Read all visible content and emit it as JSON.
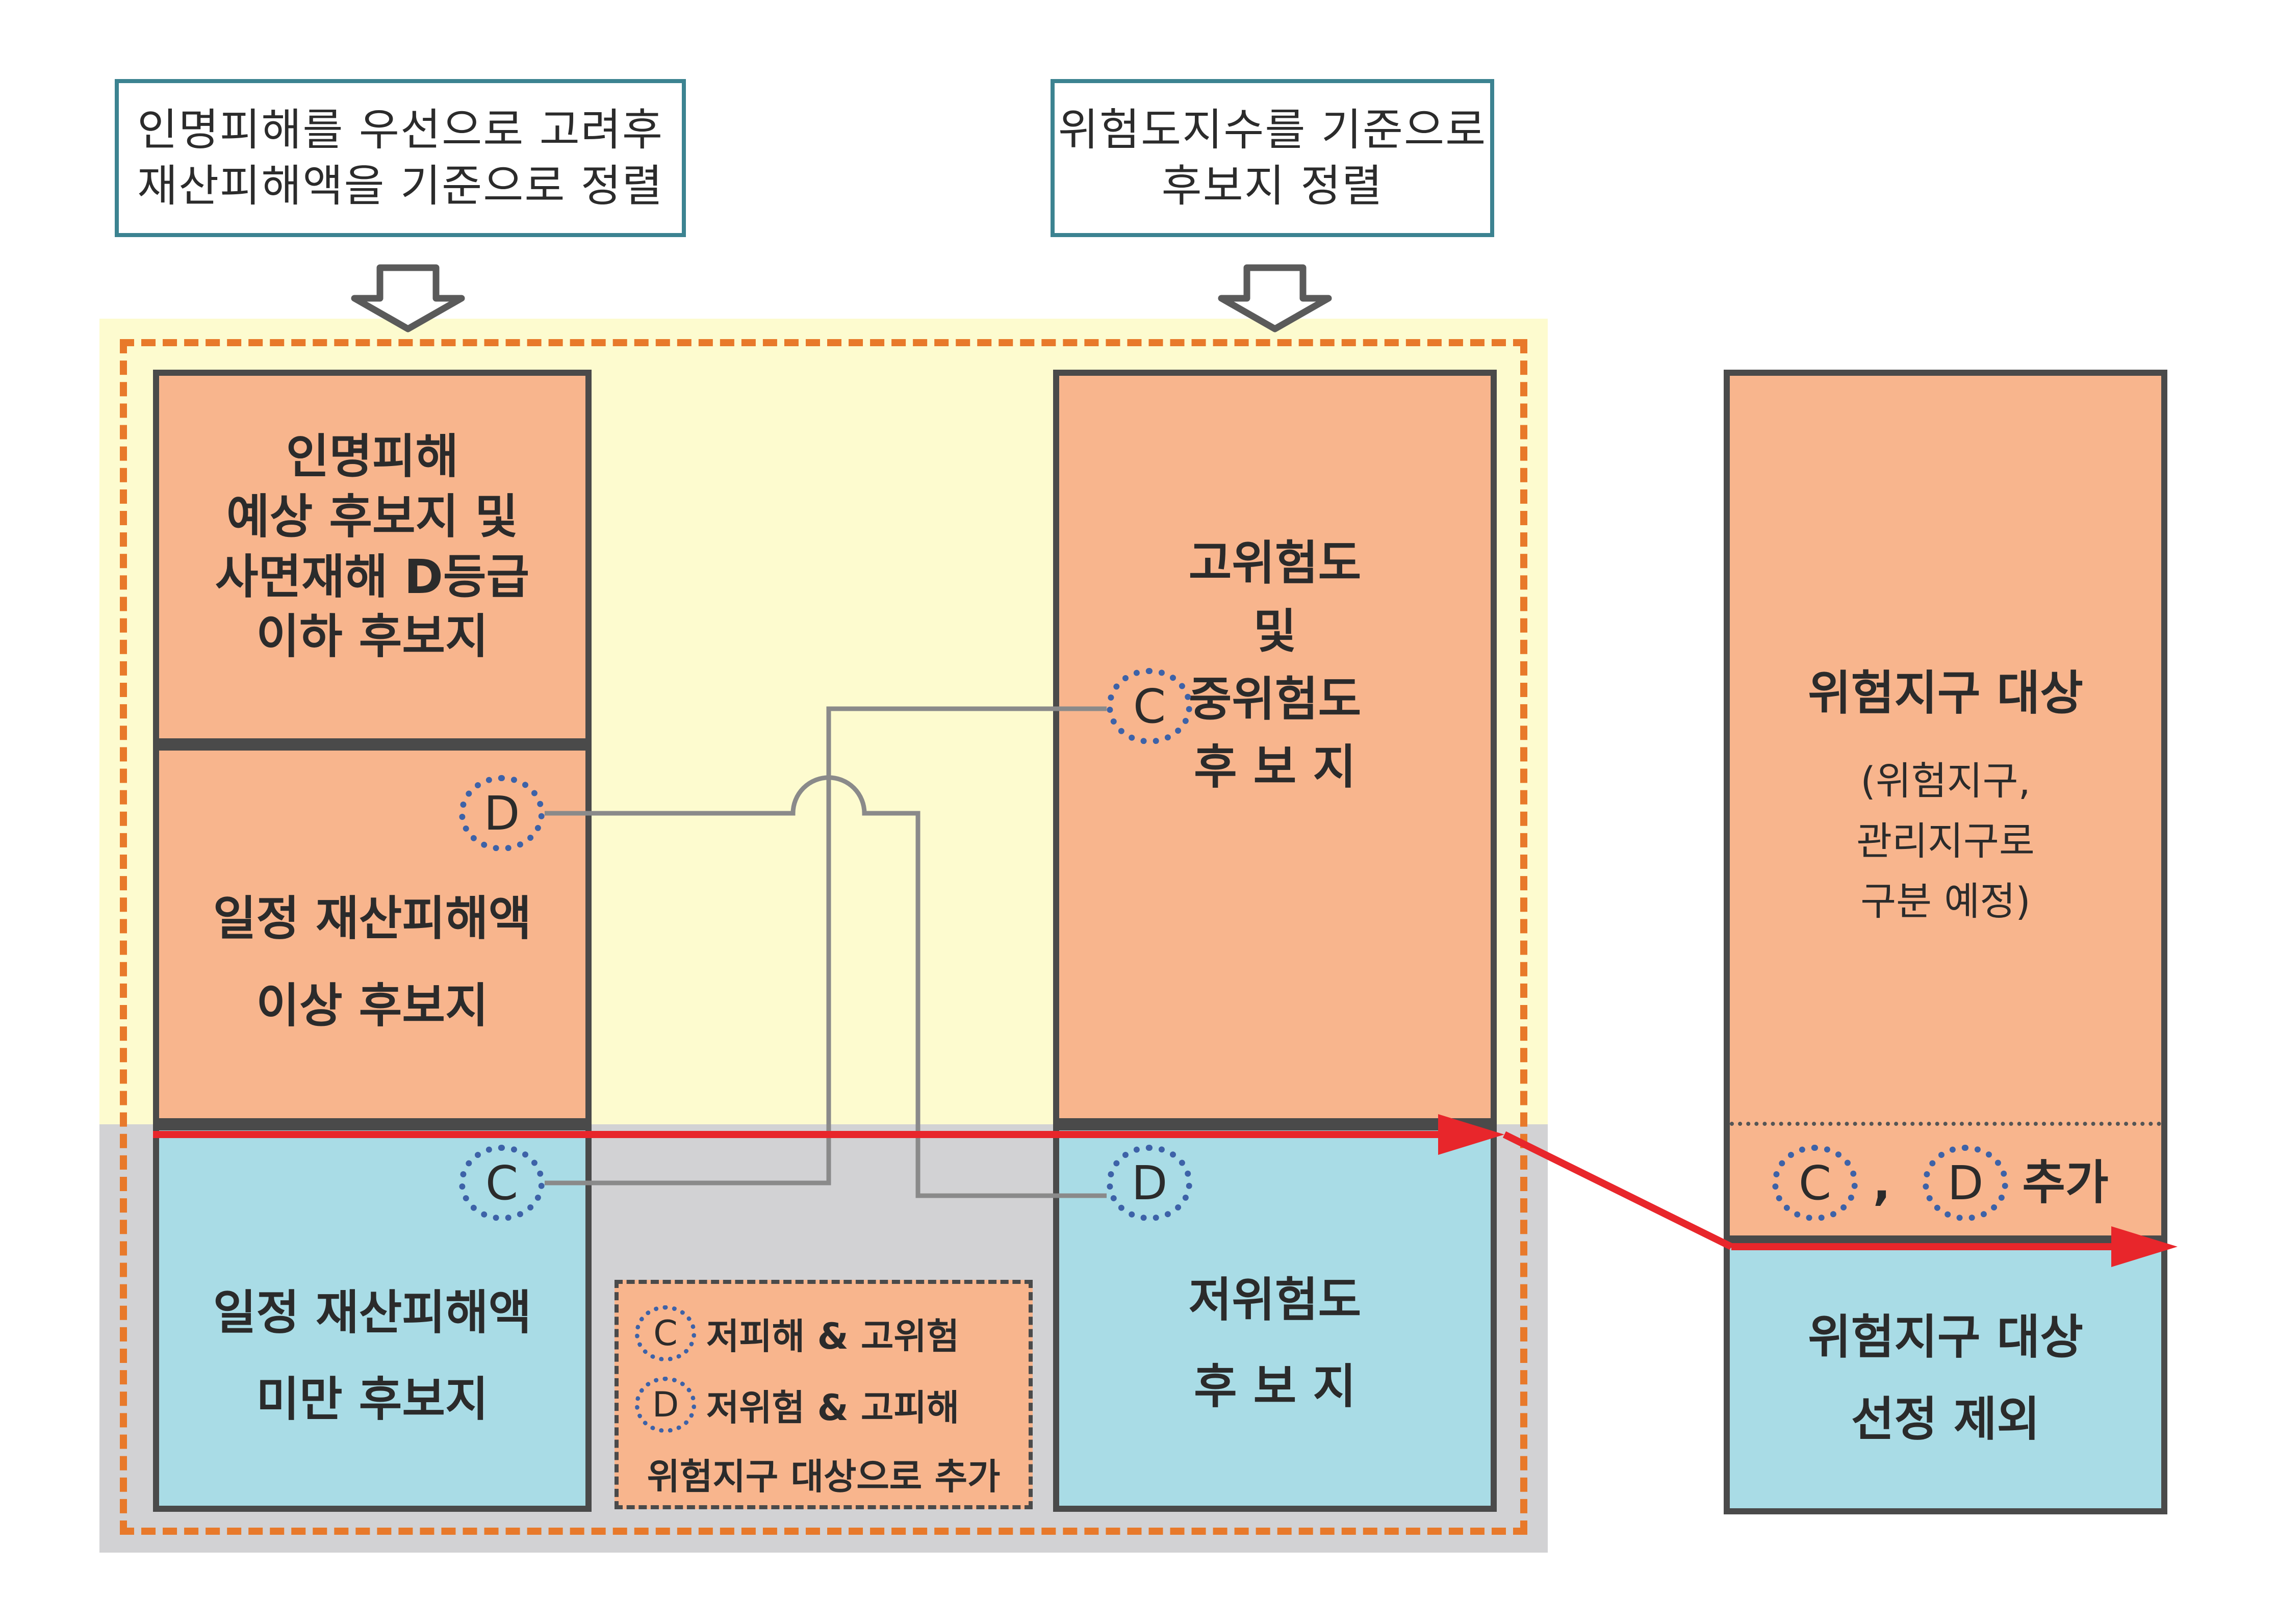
{
  "top_notes": {
    "left": "인명피해를 우선으로 고려후\n재산피해액을 기준으로 정렬",
    "right": "위험도지수를 기준으로\n후보지 정렬"
  },
  "left_column": {
    "top": "인명피해\n예상 후보지 및\n사면재해 D등급\n이하 후보지",
    "middle": "일정 재산피해액\n이상 후보지",
    "bottom": "일정 재산피해액\n미만 후보지"
  },
  "middle_column": {
    "top": "고위험도\n및\n중위험도\n후 보 지",
    "bottom": "저위험도\n후 보 지"
  },
  "right_column": {
    "top_title": "위험지구 대상",
    "top_sub": "(위험지구,\n관리지구로\n구분 예정)",
    "added": "추가",
    "comma": ",",
    "bottom": "위험지구 대상\n선정 제외"
  },
  "markers": {
    "c": "C",
    "d": "D"
  },
  "legend": {
    "c_text": "저피해 & 고위험",
    "d_text": "저위험 & 고피해",
    "footer": "위험지구 대상으로 추가"
  },
  "colors": {
    "orange": "#f8b58d",
    "blue": "#a9dce6",
    "yellow_zone": "#fdfbcf",
    "gray_zone": "#d2d2d4",
    "dashed_border": "#e8792a",
    "arrow_red": "#e8262b",
    "marker_blue": "#3d62a8"
  }
}
